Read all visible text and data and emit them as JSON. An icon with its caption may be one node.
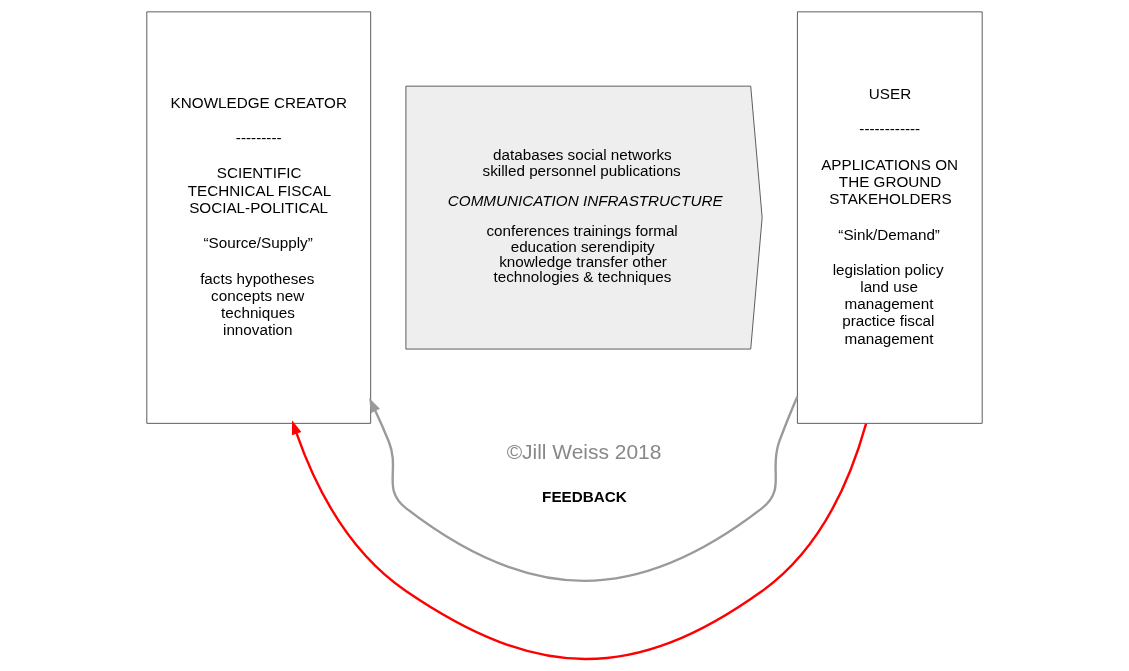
{
  "diagram": {
    "nodes": [
      {
        "text": [
          "KNOWLEDGE CREATOR",
          "---------",
          "SCIENTIFIC TECHNICAL FISCAL SOCIAL-POLITICAL",
          "“Source/Supply”",
          "facts hypotheses concepts new techniques innovation"
        ]
      },
      {
        "text": [
          "USER",
          "------------",
          "APPLICATIONS ON THE GROUND STAKEHOLDERS",
          "“Sink/Demand”",
          "legislation policy land use management practice fiscal management"
        ]
      },
      {
        "text": [
          "databases social networks skilled personnel publications",
          "COMMUNICATION INFRASTRUCTURE",
          "conferences trainings formal education serendipity knowledge transfer other technologies & techniques"
        ]
      }
    ],
    "edges": [
      {
        "from": 1,
        "to": 0,
        "arrow": "to",
        "label": "FEEDBACK",
        "color": "#9a9a9a"
      },
      {
        "from": 1,
        "to": 0,
        "arrow": "to",
        "color": "#ff0000"
      }
    ],
    "labels": [
      "©Jill Weiss 2018"
    ]
  }
}
